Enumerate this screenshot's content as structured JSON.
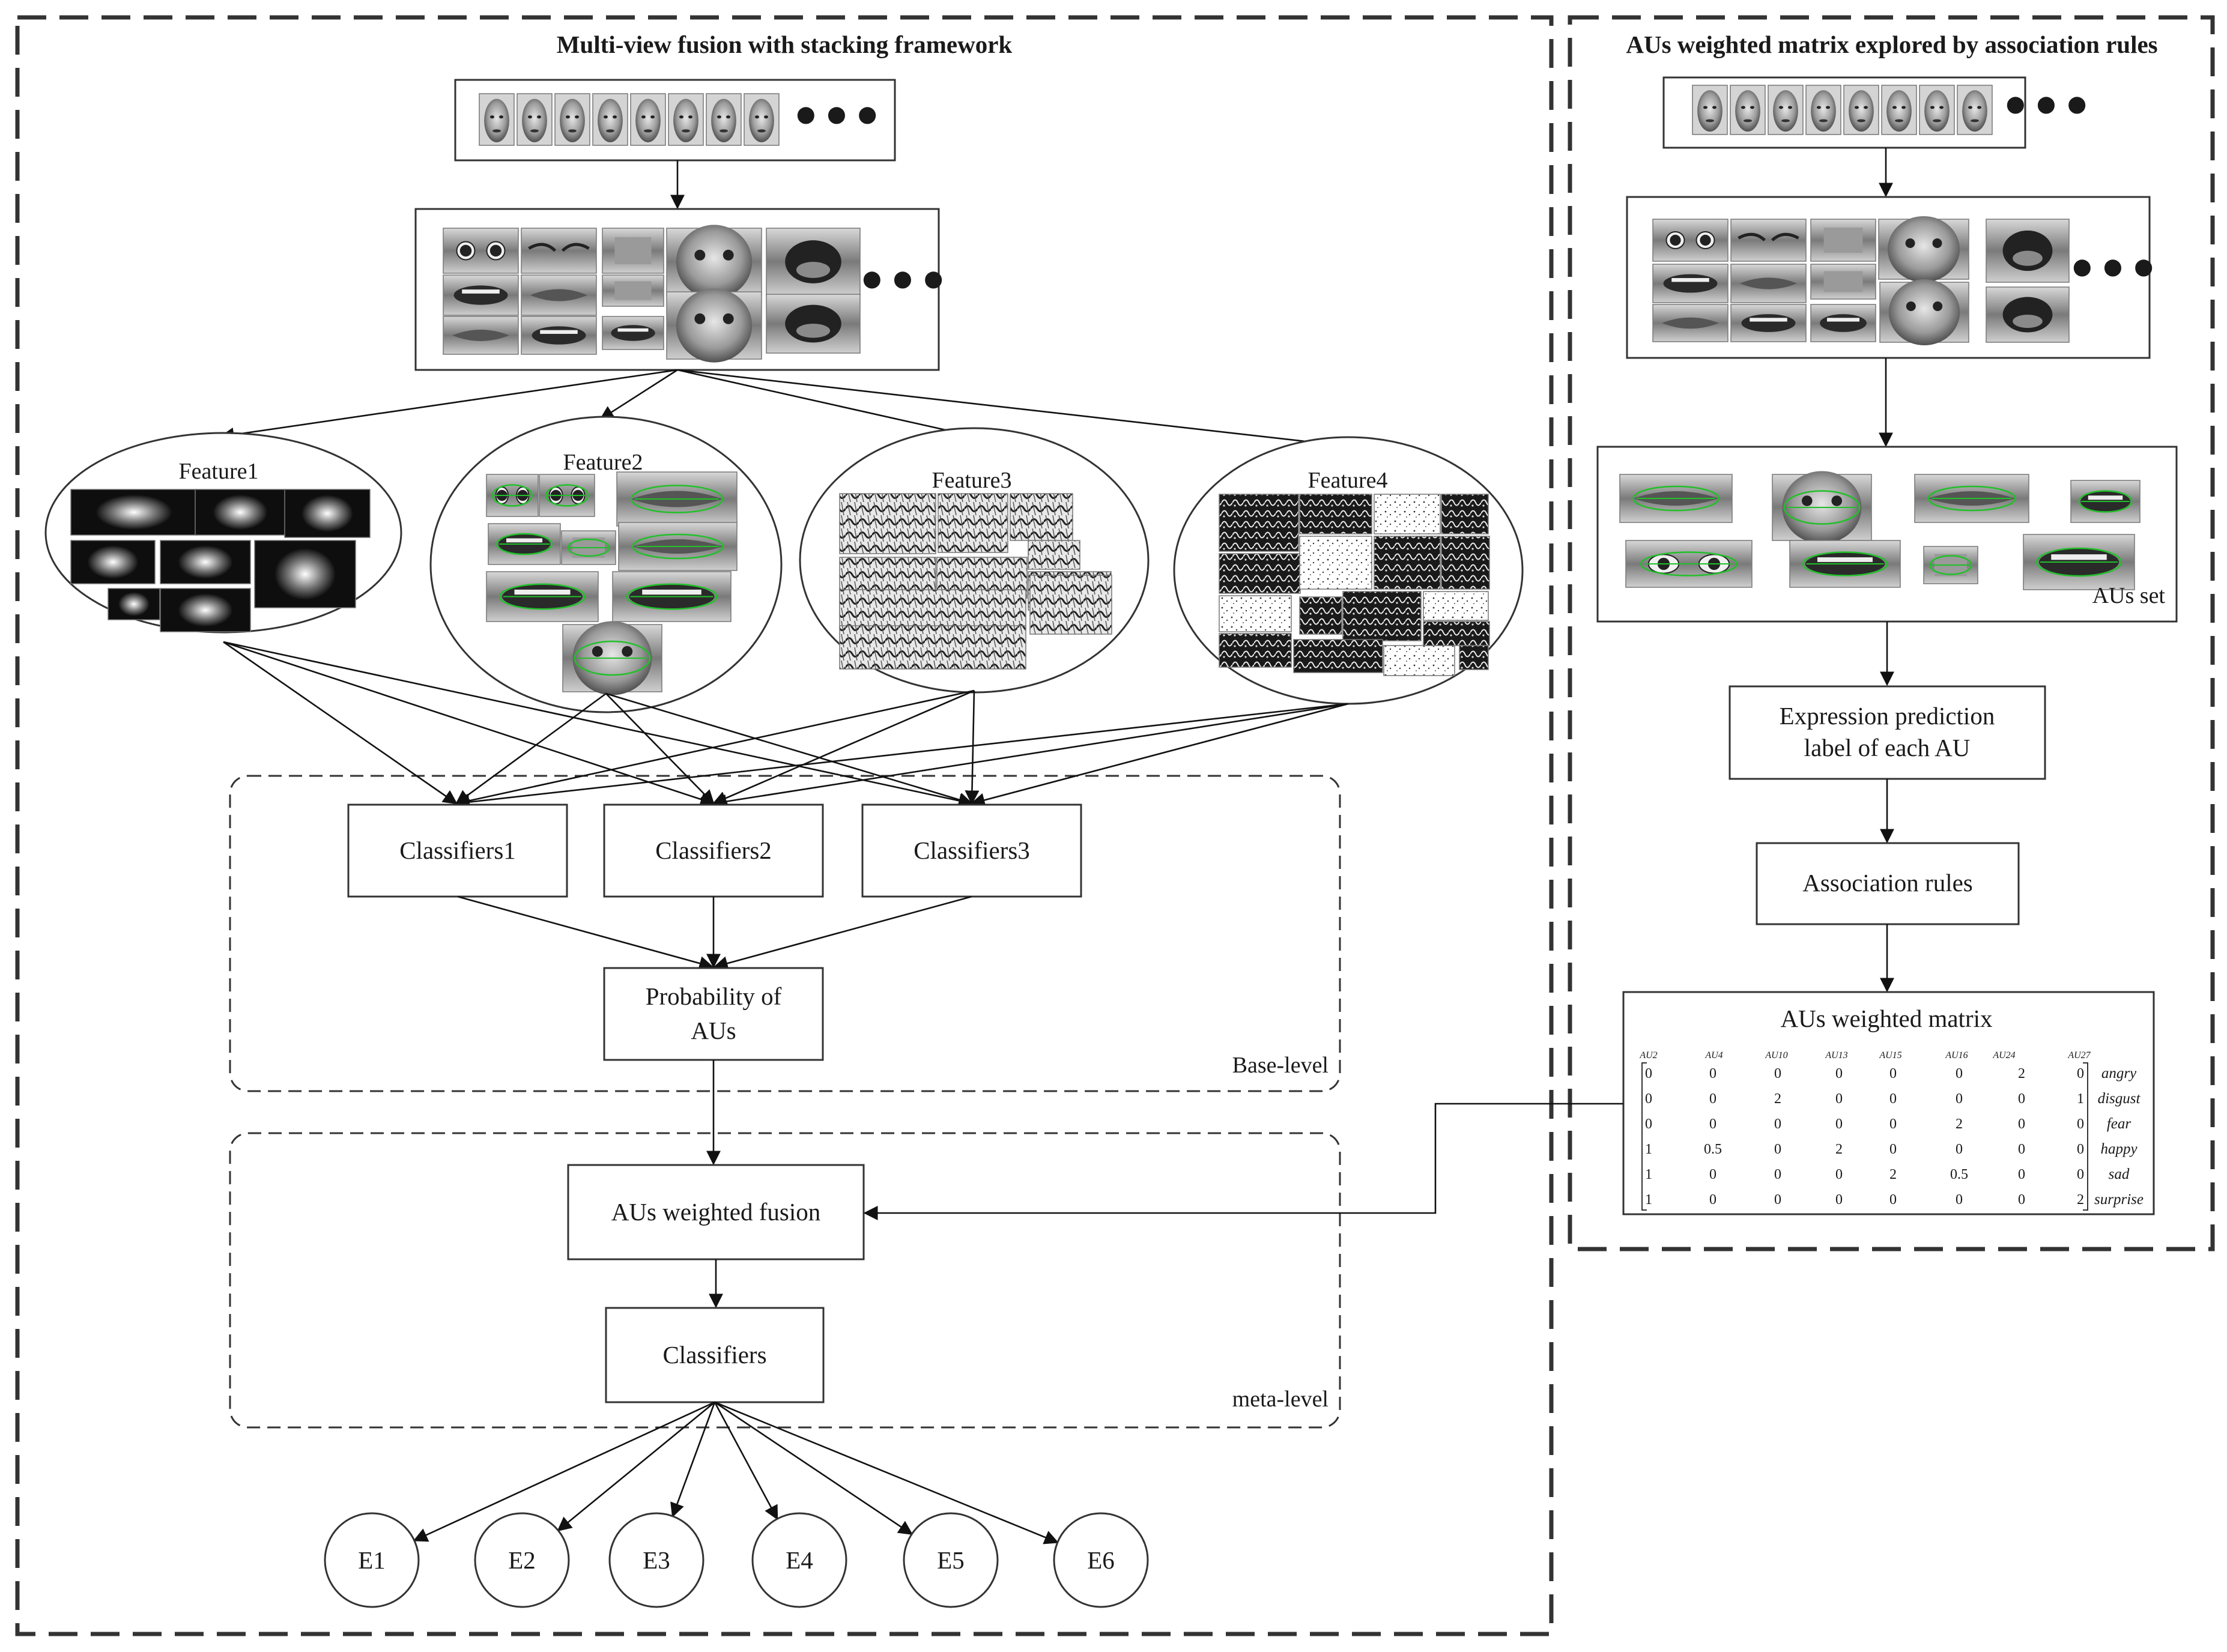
{
  "left_panel": {
    "title": "Multi-view fusion with stacking framework",
    "ellipsis": "•••",
    "features": [
      "Feature1",
      "Feature2",
      "Feature3",
      "Feature4"
    ],
    "classifiers": [
      "Classifiers1",
      "Classifiers2",
      "Classifiers3"
    ],
    "probability": [
      "Probability of",
      "AUs"
    ],
    "base_level": "Base-level",
    "fusion": "AUs weighted fusion",
    "meta_classifier": "Classifiers",
    "meta_level": "meta-level",
    "emotions": [
      "E1",
      "E2",
      "E3",
      "E4",
      "E5",
      "E6"
    ]
  },
  "right_panel": {
    "title": "AUs weighted matrix explored by association rules",
    "ellipsis": "•••",
    "aus_set": "AUs  set",
    "prediction": [
      "Expression prediction",
      "label of  each AU"
    ],
    "association": "Association rules",
    "matrix_title": "AUs weighted matrix",
    "matrix_columns": [
      "AU2",
      "AU4",
      "AU10",
      "AU13",
      "AU15",
      "AU16",
      "AU24",
      "AU27"
    ],
    "matrix_rows": [
      {
        "label": "angry",
        "values": [
          "0",
          "0",
          "0",
          "0",
          "0",
          "0",
          "2",
          "0"
        ]
      },
      {
        "label": "disgust",
        "values": [
          "0",
          "0",
          "2",
          "0",
          "0",
          "0",
          "0",
          "1"
        ]
      },
      {
        "label": "fear",
        "values": [
          "0",
          "0",
          "0",
          "0",
          "0",
          "2",
          "0",
          "0"
        ]
      },
      {
        "label": "happy",
        "values": [
          "1",
          "0.5",
          "0",
          "2",
          "0",
          "0",
          "0",
          "0"
        ]
      },
      {
        "label": "sad",
        "values": [
          "1",
          "0",
          "0",
          "0",
          "2",
          "0.5",
          "0",
          "0"
        ]
      },
      {
        "label": "surprise",
        "values": [
          "1",
          "0",
          "0",
          "0",
          "0",
          "0",
          "0",
          "2"
        ]
      }
    ]
  }
}
